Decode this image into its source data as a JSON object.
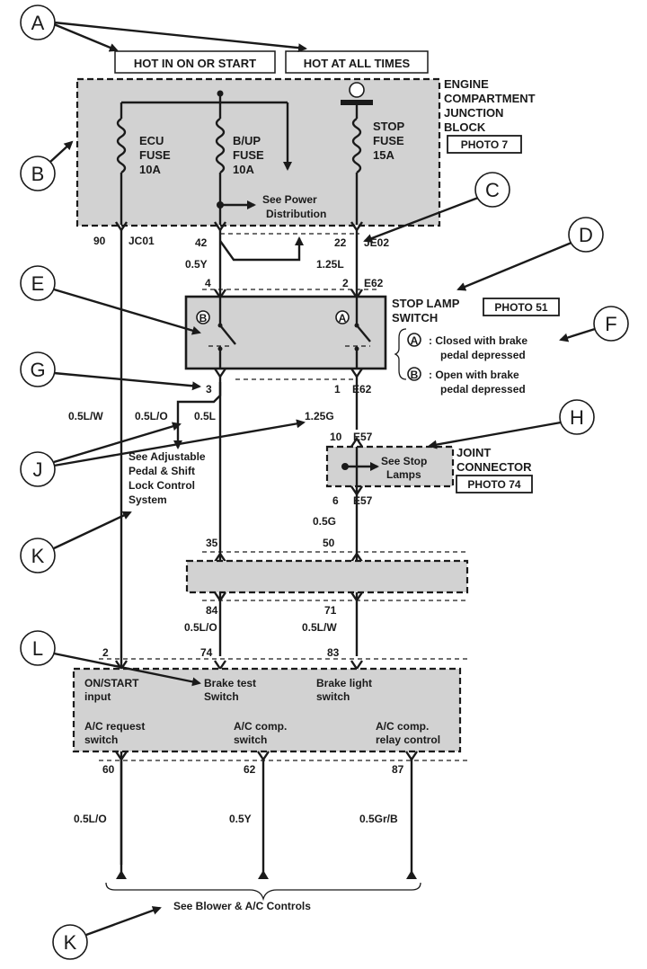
{
  "callouts": {
    "a": "A",
    "b": "B",
    "c": "C",
    "d": "D",
    "e": "E",
    "f": "F",
    "g": "G",
    "h": "H",
    "j": "J",
    "k1": "K",
    "l": "L",
    "k2": "K"
  },
  "top_labels": {
    "hot_on_start": "HOT IN ON OR START",
    "hot_all_times": "HOT AT ALL TIMES"
  },
  "junction_block": {
    "name_lines": [
      "ENGINE",
      "COMPARTMENT",
      "JUNCTION",
      "BLOCK"
    ],
    "photo": "PHOTO 7",
    "fuse1": [
      "ECU",
      "FUSE",
      "10A"
    ],
    "fuse2": [
      "B/UP",
      "FUSE",
      "10A"
    ],
    "fuse3": [
      "STOP",
      "FUSE",
      "15A"
    ],
    "see_power": [
      "See Power",
      "Distribution"
    ]
  },
  "wires": {
    "w90": "90",
    "jc01": "JC01",
    "w42": "42",
    "w05y": "0.5Y",
    "w22": "22",
    "je02": "JE02",
    "w125l": "1.25L",
    "p4": "4",
    "p2": "2",
    "e62_top": "E62",
    "p3": "3",
    "p1": "1",
    "e62_bot": "E62",
    "w05lw": "0.5L/W",
    "w05lo": "0.5L/O",
    "w05l": "0.5L",
    "w125g": "1.25G",
    "p10": "10",
    "e57_top": "E57",
    "p6": "6",
    "e57_bot": "E57",
    "w05g": "0.5G",
    "p35": "35",
    "p50": "50",
    "p84": "84",
    "p71": "71",
    "w05lo_b": "0.5L/O",
    "w05lw_b": "0.5L/W",
    "p2b": "2",
    "p74": "74",
    "p83": "83",
    "p60": "60",
    "p62": "62",
    "p87": "87",
    "w05lo_c": "0.5L/O",
    "w05y_c": "0.5Y",
    "w05grb": "0.5Gr/B"
  },
  "stop_lamp_switch": {
    "name_lines": [
      "STOP LAMP",
      "SWITCH"
    ],
    "photo": "PHOTO 51",
    "sw_a": "A",
    "sw_b": "B",
    "legend_a": "A",
    "legend_b": "B",
    "legend_a_text": [
      ": Closed with brake",
      "pedal depressed"
    ],
    "legend_b_text": [
      ": Open with brake",
      "pedal depressed"
    ]
  },
  "adjustable": [
    "See Adjustable",
    "Pedal & Shift",
    "Lock Control",
    "System"
  ],
  "joint_connector": {
    "name_lines": [
      "JOINT",
      "CONNECTOR"
    ],
    "photo": "PHOTO 74",
    "see": [
      "See Stop",
      "Lamps"
    ]
  },
  "module": {
    "on_start": [
      "ON/START",
      "input"
    ],
    "brake_test": [
      "Brake test",
      "Switch"
    ],
    "brake_light": [
      "Brake light",
      "switch"
    ],
    "ac_request": [
      "A/C request",
      "switch"
    ],
    "ac_comp": [
      "A/C comp.",
      "switch"
    ],
    "ac_relay": [
      "A/C comp.",
      "relay control"
    ]
  },
  "bottom_note": "See Blower & A/C Controls"
}
